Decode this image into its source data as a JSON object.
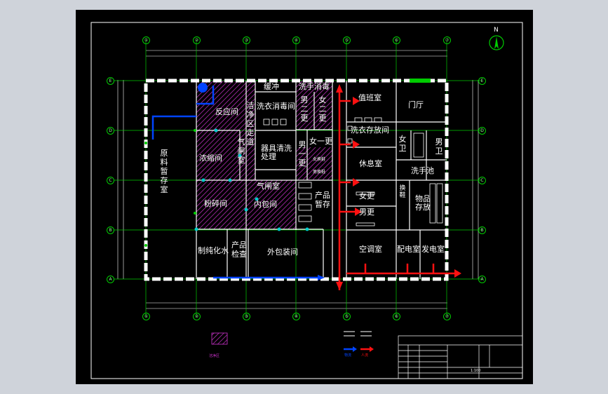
{
  "north_label": "N",
  "grid": {
    "columns": [
      "①",
      "②",
      "③",
      "④",
      "⑤",
      "⑥",
      "⑦"
    ],
    "rows": [
      "E",
      "D",
      "C",
      "B",
      "A"
    ]
  },
  "rooms": {
    "raw_storage": "原料暂存室",
    "reaction": "反应间",
    "concentration": "浓缩间",
    "crushing": "粉碎间",
    "water_prep": "制纯化水",
    "product_inspection": "产品检查",
    "outer_packing": "外包装间",
    "inner_packing": "内包间",
    "airlock_left": "气闸室",
    "airlock_mid": "气闸室",
    "clean_corridor": "洁净区走道",
    "buffer": "缓冲",
    "laundry": "洗衣消毒间",
    "hand_wash_disinfect": "洗手消毒",
    "male_second_change": "男二更",
    "female_second_change": "女二更",
    "tool_cleaning": "器具清洗处理",
    "male_first_change": "男一更",
    "female_first_change": "女一更",
    "product_storage": "产品暂存",
    "duty_room": "值班室",
    "gate_hall": "门厅",
    "laundry_storage": "洗衣存放间",
    "female_wc": "女卫",
    "male_wc": "男卫",
    "rest_room": "休息室",
    "hand_wash_pool": "洗手池",
    "female_change": "女更",
    "male_change": "男更",
    "shoe_change": "换鞋",
    "goods_storage": "物品存放",
    "ac_room": "空调室",
    "power_dist": "配电室",
    "generator": "发电室",
    "female_shoe": "女换鞋",
    "male_shoe": "男换鞋"
  },
  "legend": {
    "hatch_label": "洁净区",
    "blue_label": "物流",
    "red_label": "人流"
  },
  "title_block": {
    "scale": "1:100"
  },
  "colors": {
    "clean_hatch": "#cc33cc",
    "grid_line": "#00cc00",
    "logistics": "#0044ff",
    "personnel": "#ff1111",
    "wall": "#ffffff"
  }
}
